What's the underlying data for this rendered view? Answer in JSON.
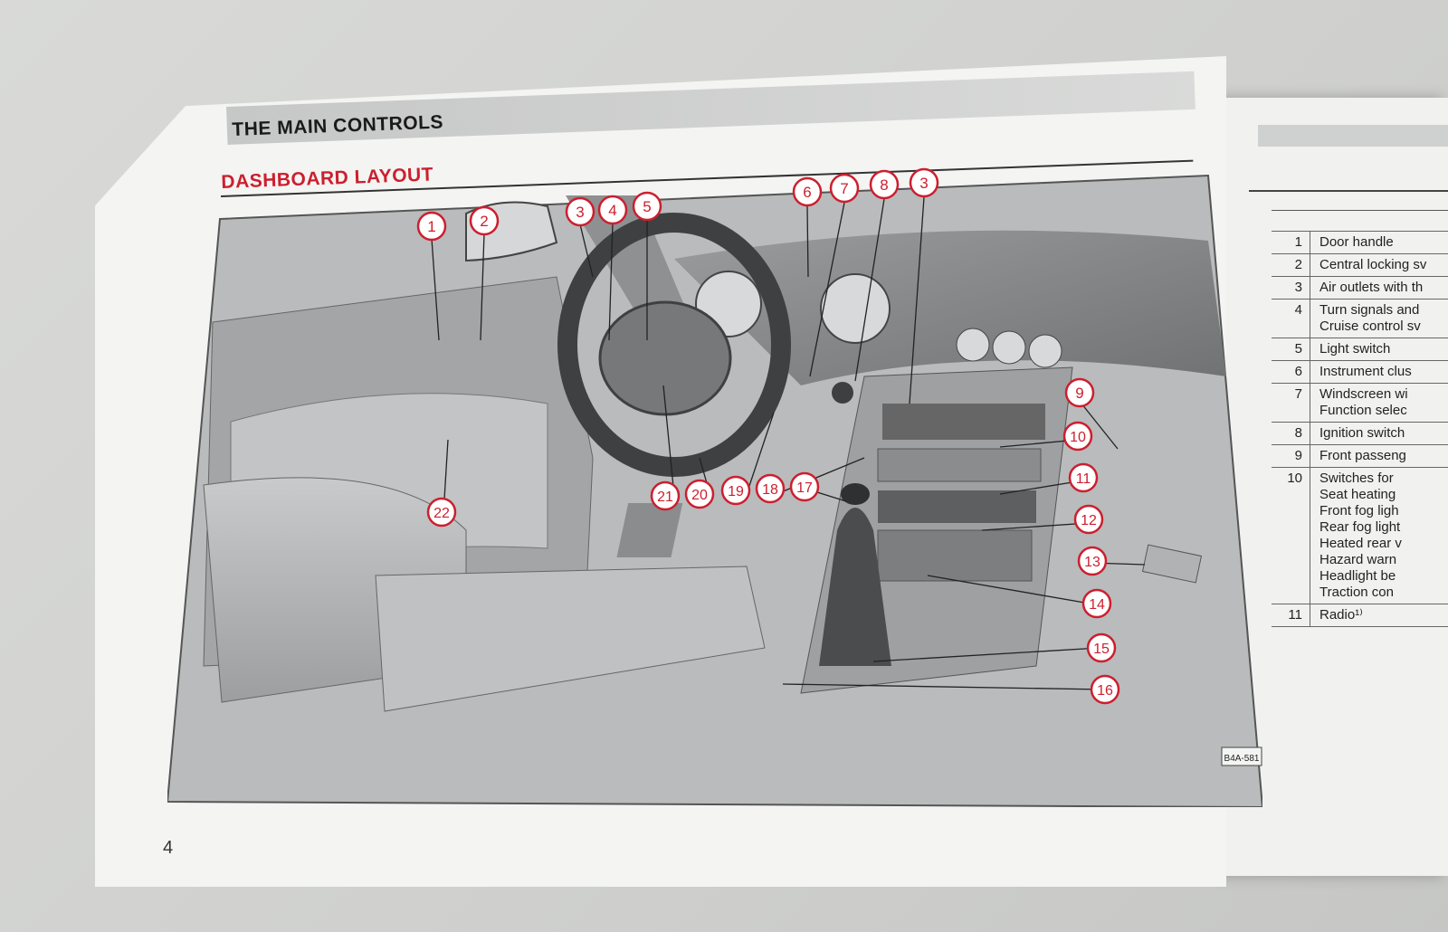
{
  "page": {
    "title": "THE MAIN CONTROLS",
    "section_title": "DASHBOARD LAYOUT",
    "page_number": "4",
    "figure_code": "B4A-581"
  },
  "callouts": [
    "1",
    "2",
    "3",
    "4",
    "5",
    "6",
    "7",
    "8",
    "3",
    "9",
    "10",
    "11",
    "12",
    "13",
    "14",
    "15",
    "16",
    "17",
    "18",
    "19",
    "20",
    "21",
    "22"
  ],
  "legend": [
    {
      "num": "1",
      "text": "Door handle"
    },
    {
      "num": "2",
      "text": "Central locking sv"
    },
    {
      "num": "3",
      "text": "Air outlets with th"
    },
    {
      "num": "4",
      "text": "Turn signals and\nCruise control sv"
    },
    {
      "num": "5",
      "text": "Light switch"
    },
    {
      "num": "6",
      "text": "Instrument clus"
    },
    {
      "num": "7",
      "text": "Windscreen wi\nFunction selec"
    },
    {
      "num": "8",
      "text": "Ignition switch"
    },
    {
      "num": "9",
      "text": "Front passeng"
    },
    {
      "num": "10",
      "text": "Switches for\nSeat heating\nFront fog ligh\nRear fog light\nHeated rear v\nHazard warn\nHeadlight be\nTraction con"
    },
    {
      "num": "11",
      "text": "Radio¹⁾"
    }
  ],
  "colors": {
    "accent_red": "#cc1f2f",
    "paper": "#f4f4f2",
    "ink": "#1a1a1a"
  }
}
